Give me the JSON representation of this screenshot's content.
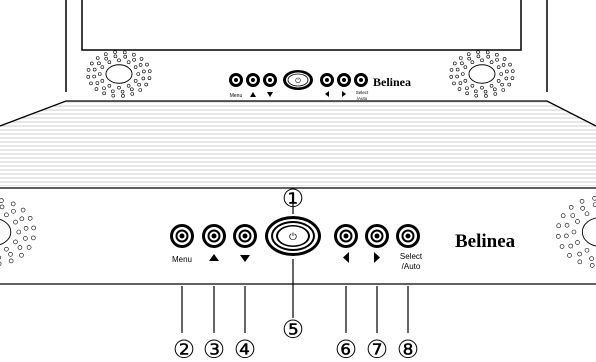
{
  "brand": "Belinea",
  "top_panel": {
    "labels": {
      "menu": "Menu",
      "select_auto_line1": "Select",
      "select_auto_line2": "/Auto"
    }
  },
  "bottom_panel": {
    "labels": {
      "menu": "Menu",
      "select_auto_line1": "Select",
      "select_auto_line2": "/Auto"
    }
  },
  "callouts": [
    "①",
    "②",
    "③",
    "④",
    "⑤",
    "⑥",
    "⑦",
    "⑧"
  ],
  "icons": {
    "power": "power-icon",
    "up": "triangle-up-icon",
    "down": "triangle-down-icon",
    "left": "triangle-left-icon",
    "right": "triangle-right-icon",
    "speaker": "speaker-grille-icon"
  }
}
